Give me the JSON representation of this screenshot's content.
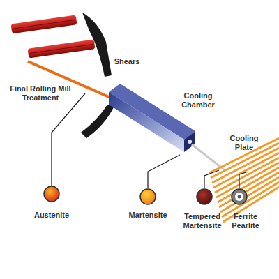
{
  "diagram": {
    "labels": [
      "Final Rolling Mill Treatment",
      "Shears",
      "Cooling Chamber",
      "Cooling Plate",
      "Austenite",
      "Martensite",
      "Tempered Martensite",
      "Ferrite Pearlite"
    ]
  }
}
